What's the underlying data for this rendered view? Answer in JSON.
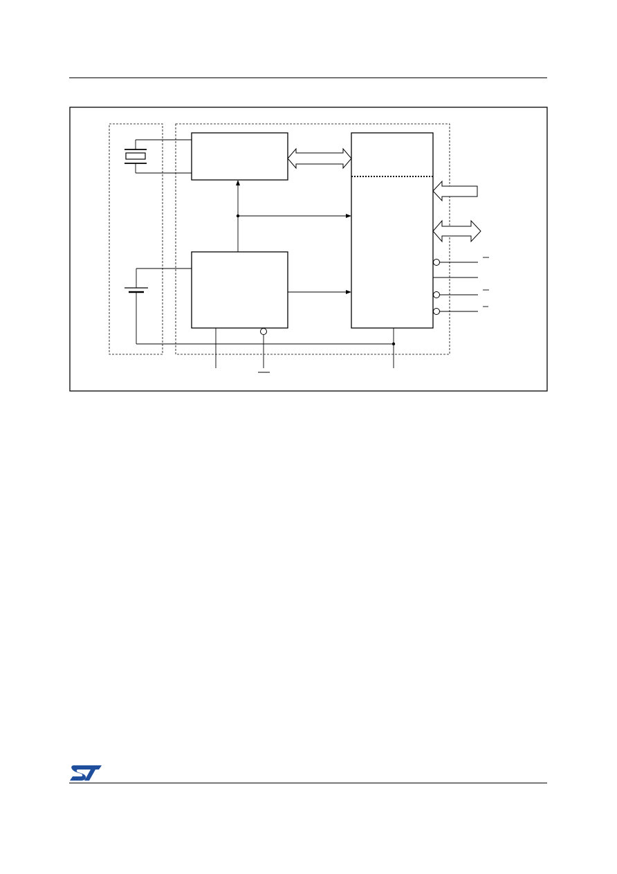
{
  "page": {
    "colors": {
      "ink": "#000000",
      "background": "#ffffff"
    }
  },
  "diagram": {
    "blocks": [
      {
        "id": "oscillator-block"
      },
      {
        "id": "power-control-block"
      },
      {
        "id": "sram-array-block"
      }
    ],
    "components": [
      {
        "id": "crystal-symbol"
      },
      {
        "id": "battery-symbol"
      }
    ],
    "arrows": [
      {
        "id": "bus-arrow-osc-sram",
        "kind": "bidirectional-bus"
      },
      {
        "id": "input-bus-arrow",
        "kind": "input-bus"
      },
      {
        "id": "data-bus-arrow",
        "kind": "bidirectional-bus"
      }
    ],
    "inverted_pins": 4
  },
  "footer": {
    "logo": "ST"
  }
}
